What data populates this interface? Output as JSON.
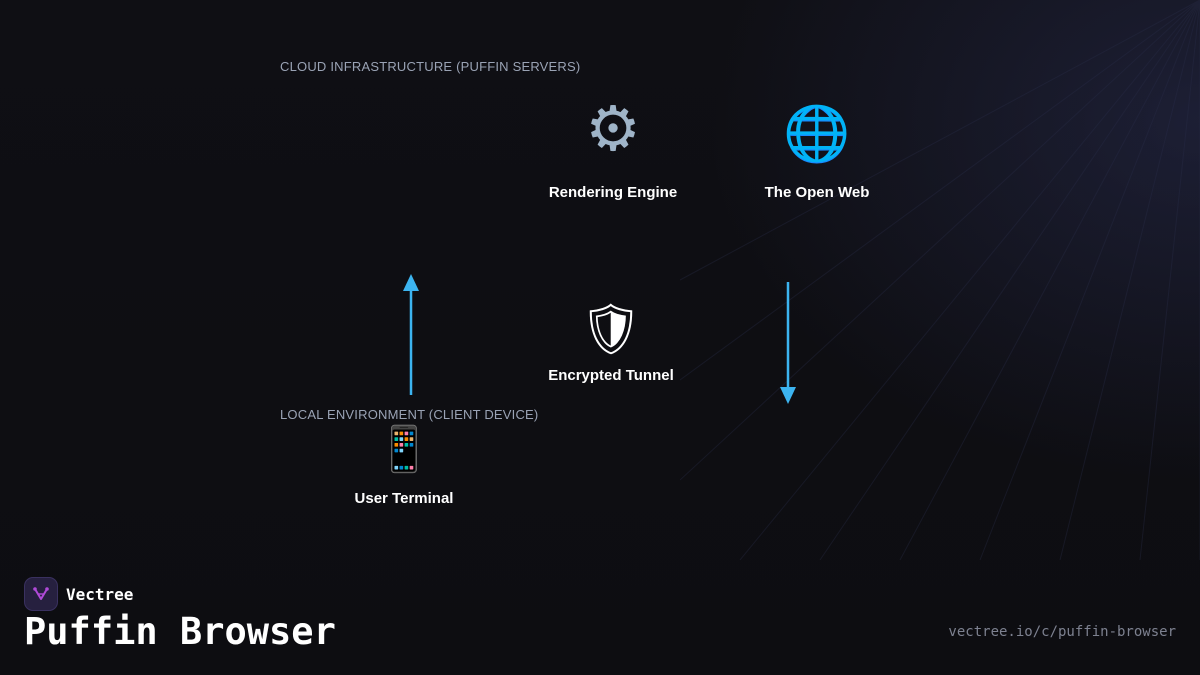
{
  "sections": {
    "cloud": "CLOUD INFRASTRUCTURE (PUFFIN SERVERS)",
    "local": "LOCAL ENVIRONMENT (CLIENT DEVICE)"
  },
  "nodes": {
    "rendering_engine": {
      "icon": "gear-icon",
      "glyph": "⚙",
      "label": "Rendering Engine"
    },
    "open_web": {
      "icon": "globe-icon",
      "glyph": "🌐",
      "label": "The Open Web"
    },
    "encrypted_tunnel": {
      "icon": "shield-icon",
      "glyph": "🛡",
      "label": "Encrypted Tunnel"
    },
    "user_terminal": {
      "icon": "mobile-phone-icon",
      "glyph": "📱",
      "label": "User Terminal"
    }
  },
  "edges": [
    {
      "from": "user_terminal",
      "to": "cloud",
      "direction": "up"
    },
    {
      "from": "open_web",
      "to": "local",
      "direction": "down"
    }
  ],
  "colors": {
    "accent_arrow": "#3cb4f0",
    "background": "#0e0e12",
    "section_label": "#9aa3b5",
    "brand_logo_bg": "#26203f",
    "brand_logo_mark": "#b04ad8"
  },
  "branding": {
    "name": "Vectree",
    "title": "Puffin Browser",
    "url": "vectree.io/c/puffin-browser"
  }
}
